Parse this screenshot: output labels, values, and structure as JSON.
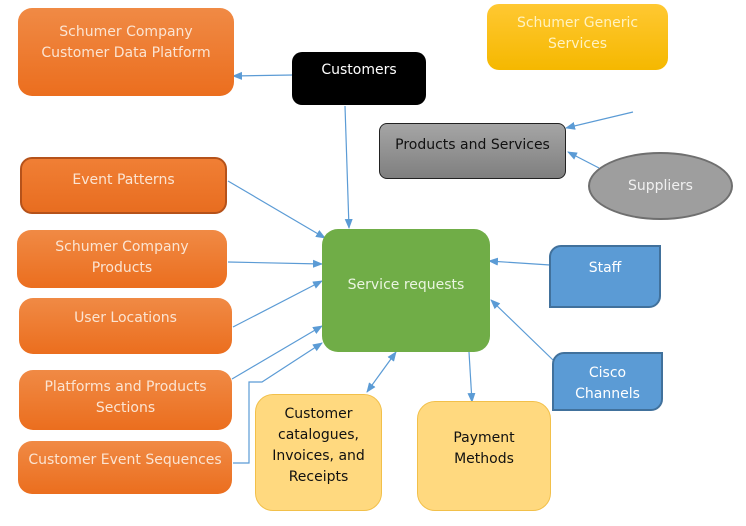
{
  "diagram": {
    "nodes": [
      {
        "id": "cdp",
        "label": "Schumer Company\nCustomer Data Platform",
        "color": "#ed7d31"
      },
      {
        "id": "customers",
        "label": "Customers",
        "color": "#000000"
      },
      {
        "id": "generic",
        "label": "Schumer Generic\nServices",
        "color": "#ffc000"
      },
      {
        "id": "products_services",
        "label": "Products and Services",
        "color": "#8c8c8c"
      },
      {
        "id": "suppliers",
        "label": "Suppliers",
        "color": "#9e9e9e"
      },
      {
        "id": "event_patterns",
        "label": "Event Patterns",
        "color": "#ed7d31"
      },
      {
        "id": "company_products",
        "label": "Schumer Company\nProducts",
        "color": "#ed7d31"
      },
      {
        "id": "user_locations",
        "label": "User Locations",
        "color": "#ed7d31"
      },
      {
        "id": "platforms",
        "label": "Platforms and Products\nSections",
        "color": "#ed7d31"
      },
      {
        "id": "event_sequences",
        "label": "Customer Event Sequences",
        "color": "#ed7d31"
      },
      {
        "id": "service_requests",
        "label": "Service requests",
        "color": "#70ad47"
      },
      {
        "id": "staff",
        "label": "Staff",
        "color": "#5b9bd5"
      },
      {
        "id": "cisco",
        "label": "Cisco\nChannels",
        "color": "#5b9bd5"
      },
      {
        "id": "catalogues",
        "label": "Customer\ncatalogues,\nInvoices, and\nReceipts",
        "color": "#ffd97f"
      },
      {
        "id": "payment",
        "label": "Payment\nMethods",
        "color": "#ffd97f"
      }
    ],
    "edges": [
      {
        "from": "customers",
        "to": "cdp"
      },
      {
        "from": "customers",
        "to": "service_requests"
      },
      {
        "from": "generic",
        "to": "products_services"
      },
      {
        "from": "suppliers",
        "to": "products_services"
      },
      {
        "from": "event_patterns",
        "to": "service_requests"
      },
      {
        "from": "company_products",
        "to": "service_requests"
      },
      {
        "from": "user_locations",
        "to": "service_requests"
      },
      {
        "from": "platforms",
        "to": "service_requests"
      },
      {
        "from": "event_sequences",
        "to": "service_requests"
      },
      {
        "from": "staff",
        "to": "service_requests"
      },
      {
        "from": "cisco",
        "to": "service_requests"
      },
      {
        "from": "service_requests",
        "to": "catalogues",
        "bidirectional": true
      },
      {
        "from": "service_requests",
        "to": "payment"
      }
    ],
    "edge_color": "#5b9bd5"
  }
}
